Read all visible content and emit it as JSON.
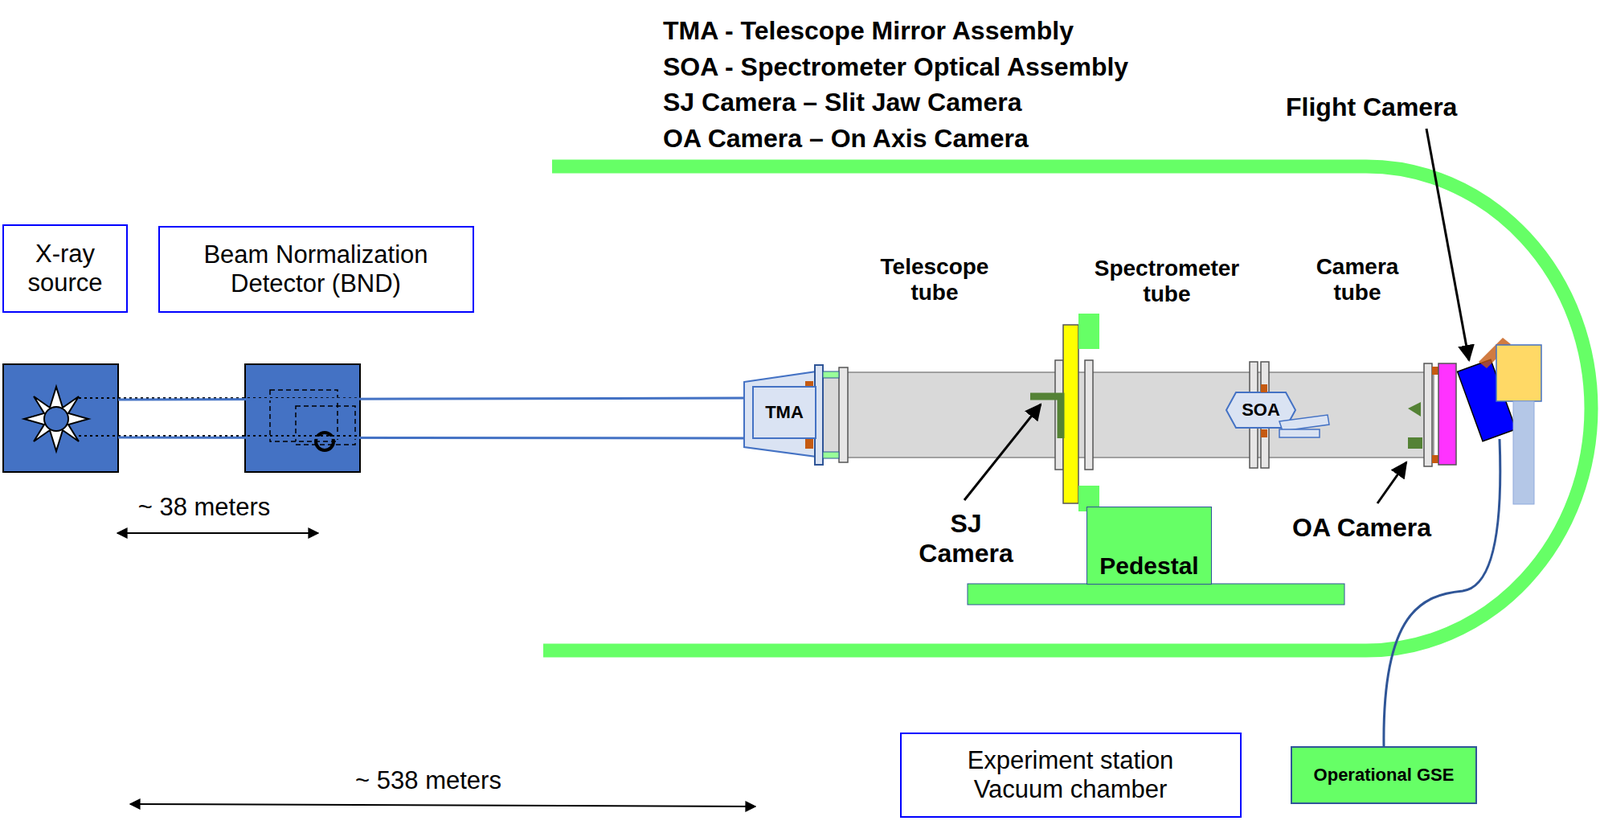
{
  "diagram": {
    "nodes": [
      {
        "text": [
          "X-ray source"
        ]
      },
      {
        "text": [
          "Beam Normalization Detector (BND)"
        ]
      },
      {
        "text": [
          "TMA"
        ]
      },
      {
        "text": [
          "SOA"
        ]
      },
      {
        "text": [
          "Pedestal"
        ]
      },
      {
        "text": [
          "Experiment station Vacuum chamber"
        ]
      },
      {
        "text": [
          "Operational GSE"
        ]
      }
    ],
    "labels": [
      "TMA - Telescope Mirror Assembly",
      "SOA - Spectrometer Optical Assembly",
      "SJ Camera – Slit Jaw Camera",
      "OA Camera – On Axis Camera",
      "Flight Camera",
      "Telescope tube",
      "Spectrometer tube",
      "Camera tube",
      "SJ Camera",
      "OA Camera",
      "~ 38 meters",
      "~ 538 meters"
    ]
  }
}
